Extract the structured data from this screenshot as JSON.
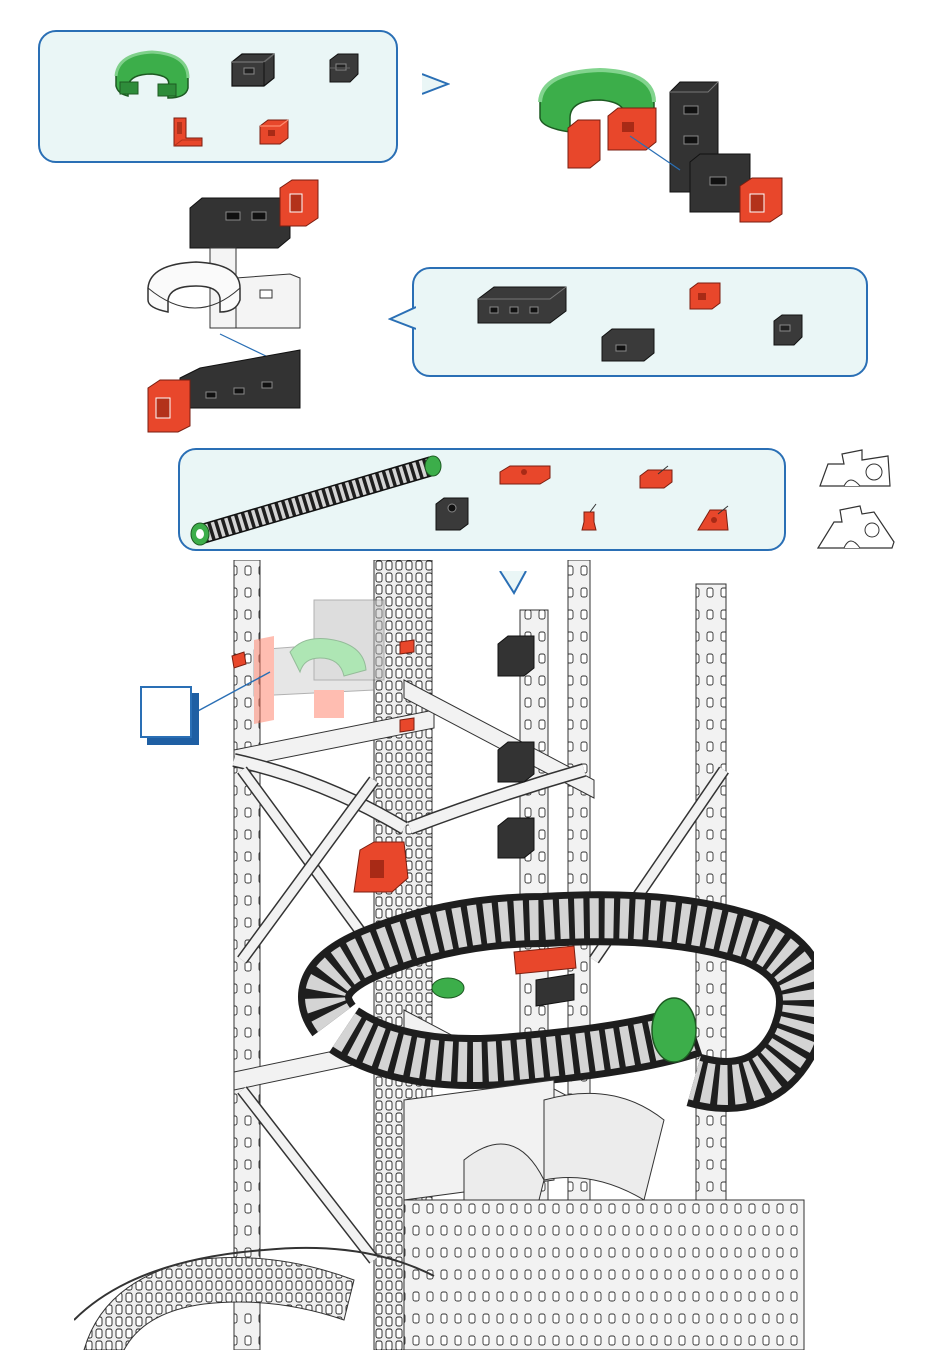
{
  "colors": {
    "frame_blue": "#2a6fb5",
    "panel_fill": "#eaf6f6",
    "part_red": "#e8472b",
    "part_dark": "#3a3a3a",
    "part_green": "#3cae4a",
    "hose_dark": "#1e1e1e",
    "hose_light": "#d4d4d4",
    "frame_gray": "#f2f2f2"
  },
  "callouts": [
    {
      "name": "parts-callout-1",
      "parts": [
        "green-half-ring",
        "dark-building-block",
        "dark-small-block",
        "red-angle-block",
        "red-small-block"
      ]
    },
    {
      "name": "parts-callout-2",
      "parts": [
        "dark-long-rail",
        "red-small-block",
        "dark-short-rail",
        "dark-small-block"
      ]
    },
    {
      "name": "parts-callout-3",
      "parts": [
        "spiral-hose",
        "red-flat-plate",
        "red-wedge-plate",
        "dark-square-block",
        "red-peg",
        "red-corner-block"
      ]
    }
  ],
  "icons": [
    "puzzle-piece-icon",
    "puzzle-piece-alt-icon"
  ],
  "step_number": ""
}
